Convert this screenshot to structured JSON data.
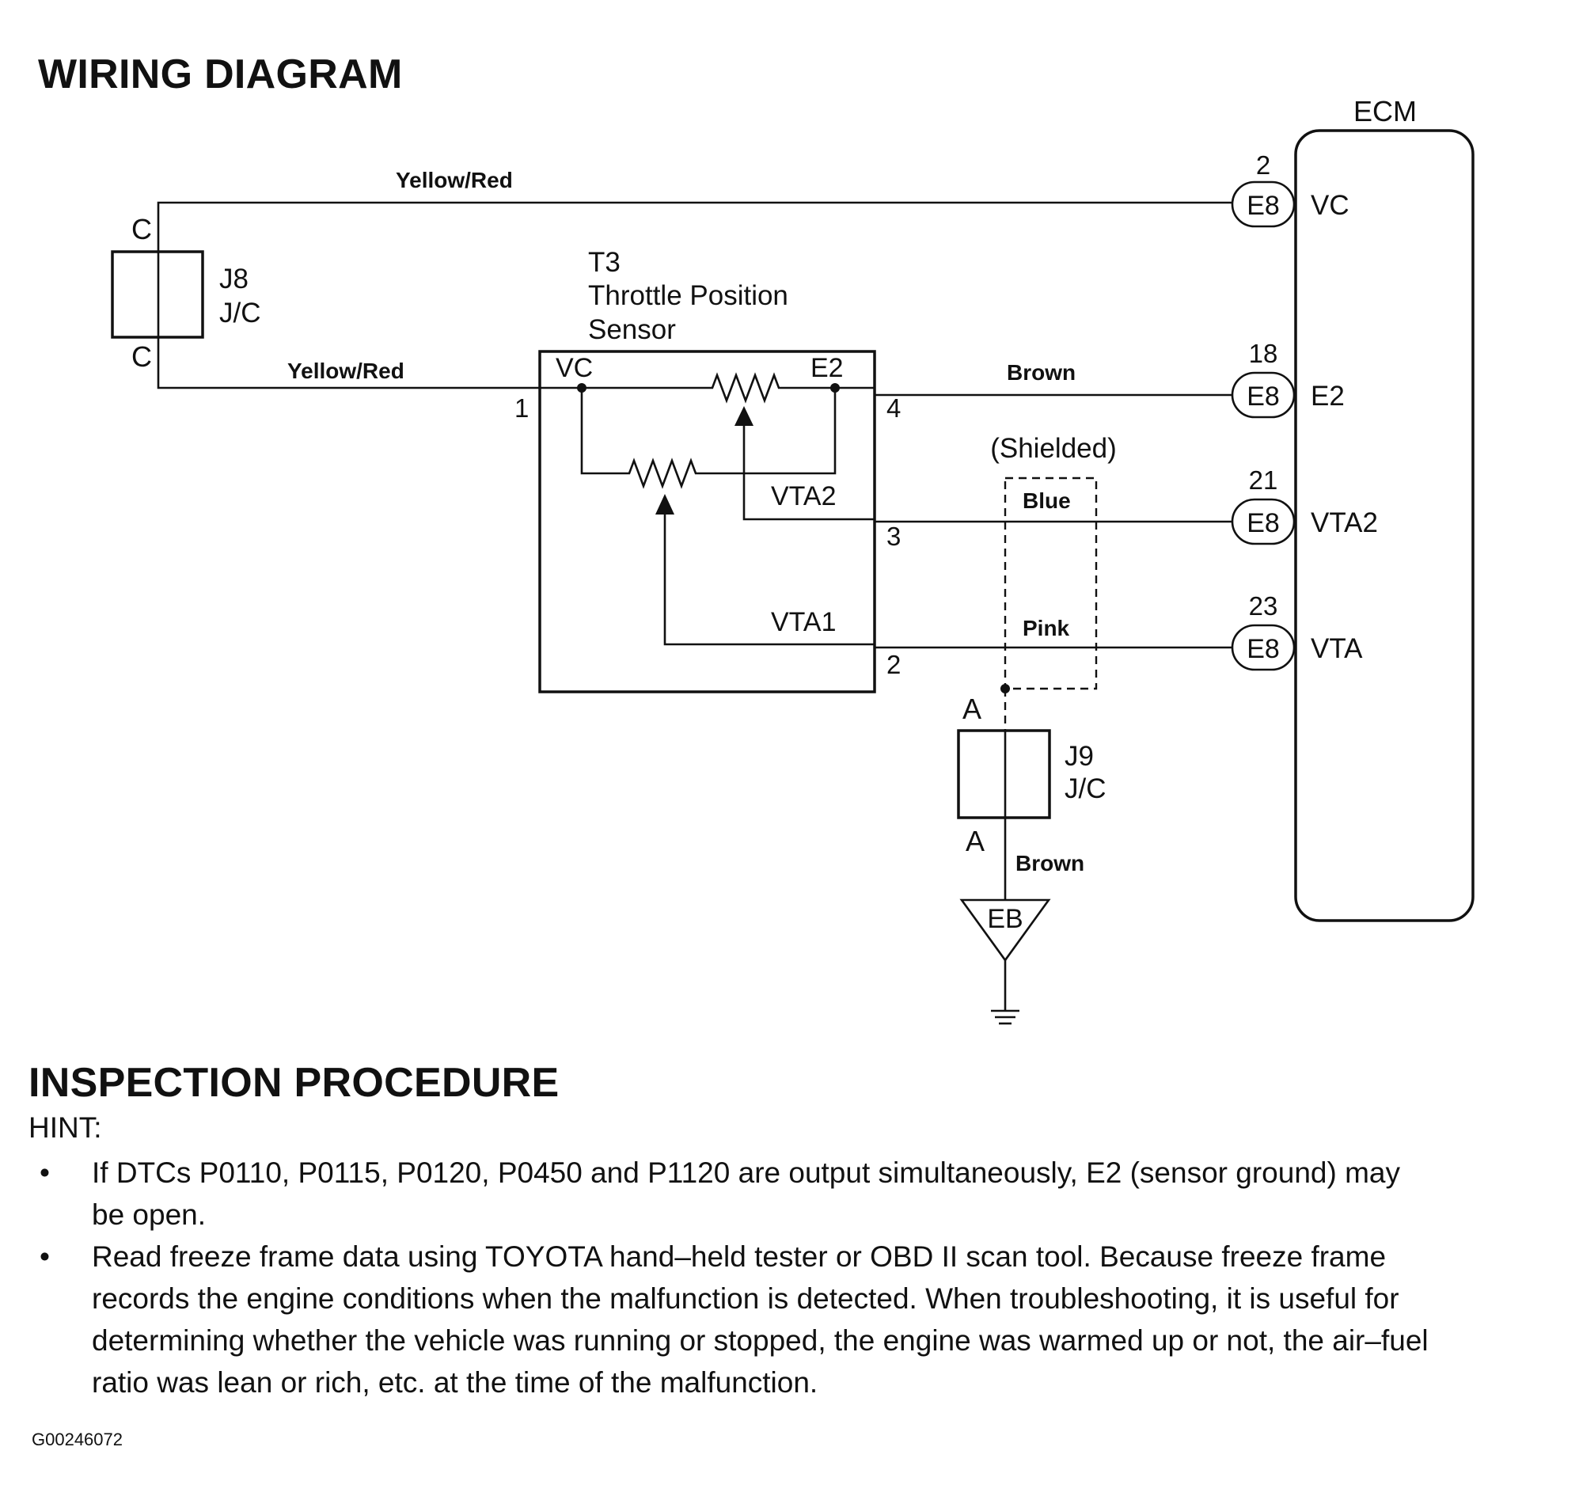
{
  "title": "WIRING DIAGRAM",
  "ecm": {
    "label": "ECM",
    "pins": [
      {
        "pin": "2",
        "connector": "E8",
        "terminal": "VC"
      },
      {
        "pin": "18",
        "connector": "E8",
        "terminal": "E2"
      },
      {
        "pin": "21",
        "connector": "E8",
        "terminal": "VTA2"
      },
      {
        "pin": "23",
        "connector": "E8",
        "terminal": "VTA"
      }
    ]
  },
  "wires": {
    "vc_top": "Yellow/Red",
    "vc_sensor": "Yellow/Red",
    "e2": "Brown",
    "vta2": "Blue",
    "vta1": "Pink",
    "ground": "Brown"
  },
  "j8": {
    "id": "J8",
    "type": "J/C",
    "top_pin": "C",
    "bottom_pin": "C"
  },
  "sensor": {
    "code": "T3",
    "name_line1": "Throttle Position",
    "name_line2": "Sensor",
    "terminals": {
      "vc": "VC",
      "e2": "E2",
      "vta2": "VTA2",
      "vta1": "VTA1"
    },
    "pins": {
      "vc": "1",
      "e2": "4",
      "vta2": "3",
      "vta1": "2"
    }
  },
  "shield_label": "(Shielded)",
  "j9": {
    "id": "J9",
    "type": "J/C",
    "top_pin": "A",
    "bottom_pin": "A"
  },
  "ground_point": "EB",
  "procedure_title": "INSPECTION PROCEDURE",
  "hint_label": "HINT:",
  "bullet_symbol": "•",
  "hints": [
    {
      "lines": [
        "If DTCs P0110, P0115, P0120, P0450 and P1120 are output simultaneously, E2 (sensor ground) may",
        "be open."
      ]
    },
    {
      "lines": [
        "Read freeze frame data using TOYOTA hand–held tester or OBD II scan tool. Because freeze frame",
        "records the engine conditions when the malfunction is detected. When troubleshooting, it is useful for",
        "determining whether the vehicle was running or stopped, the engine was warmed up or not, the air–fuel",
        "ratio was lean or rich, etc. at the time of the malfunction."
      ]
    }
  ],
  "figure_id": "G00246072"
}
